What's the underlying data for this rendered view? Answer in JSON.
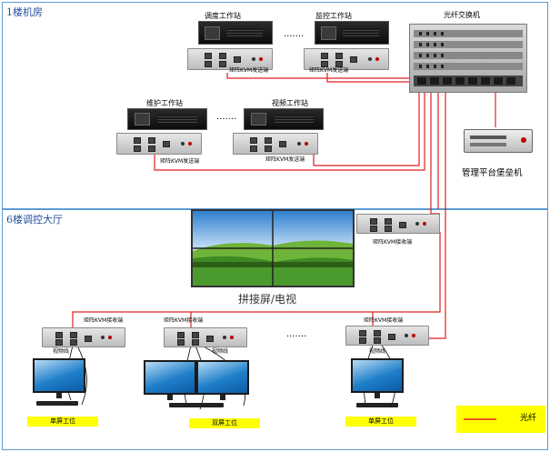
{
  "zones": {
    "floor1": "1楼机房",
    "floor6": "6楼调控大厅"
  },
  "workstations": {
    "dispatch": "调度工作站",
    "monitor": "监控工作站",
    "maintenance": "维护工作站",
    "video": "视频工作站",
    "ellipsis": "·······"
  },
  "devices": {
    "fiber_switch": "光纤交换机",
    "mgmt_server": "管理平台堡垒机",
    "kvm_sender": "矩阵KVM发送端",
    "kvm_receiver": "矩阵KVM接收端",
    "video_wall": "拼接屏/电视"
  },
  "positions": {
    "single": "单屏工位",
    "dual": "双屏工位",
    "cable": "视频线",
    "ellipsis": "·······"
  },
  "legend": {
    "fiber": "光纤"
  },
  "colors": {
    "fiber": "#e02020",
    "zone_border": "#5b9bd5",
    "label_bg": "#ffff00"
  }
}
